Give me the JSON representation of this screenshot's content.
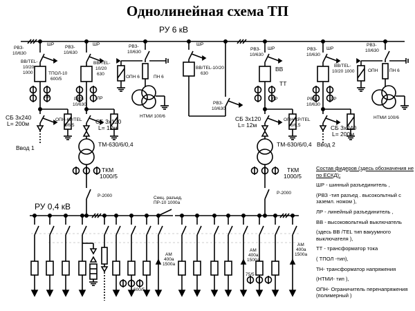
{
  "title": "Однолинейная схема ТП",
  "bus_6kv_label": "РУ  6 кВ",
  "bus_04kv_label": "РУ 0,4 кВ",
  "labels": [
    "РВЗ-",
    "10/630",
    "ШР",
    "РВЗ-",
    "10/630",
    "ВВ/TEL-",
    "10/20",
    "1000",
    "ТПОЛ-10",
    "600/5",
    "ШР",
    "ВВ/TEL-",
    "10/20",
    "630",
    "РВЗ-",
    "10/630",
    "ОПН 6",
    "ПН 6",
    "НТМИ 100/6",
    "ЛР",
    "ОПН-КР/TEL",
    "6/6,5",
    "РВЗ-",
    "10/630",
    "ЛР",
    "СБ 3x240",
    "L= 200м",
    "СБ 3x120",
    "L= 12м",
    "Ввод  1",
    "ТМ-630/6/0,4",
    "ШР",
    "ВВ/TEL-10/20",
    "630",
    "РВЗ-",
    "10/630",
    "РВЗ-",
    "10/630",
    "ШР",
    "ВВ",
    "ТТ",
    "ЛР",
    "ОПН-КР/TEL",
    "6/6,5",
    "СБ 3x120",
    "L= 12м",
    "ТМ-630/6/0,4",
    "Ввод  2",
    "РВЗ-",
    "10/630",
    "ШР",
    "ВВ/TEL-",
    "10/20 1000",
    "РВЗ-",
    "10/630",
    "ЛР",
    "СБ 3x240",
    "L= 200м",
    "РВЗ-",
    "10/630",
    "ОПН",
    "ПН 6",
    "НТМИ 100/6",
    "ТКМ",
    "1000/5",
    "Р-2000",
    "ТКМ",
    "1000/5",
    "Р-2000",
    "Секц. разъед.",
    "ПР-10 1000а",
    "АМ",
    "400а",
    "1500а",
    "АМ",
    "400а",
    "1500а",
    "АМ",
    "400а",
    "1500а",
    "75/5",
    "600/5"
  ],
  "legend": [
    "Состав фидеров (здесь обозначения не по ЕСКД):",
    "ШР - шинный разъединитель  ,",
    "(РВЗ -тип разъед . высокольтный с заземл. ножом ),",
    "ЛР - линейный разъединитель  ,",
    "ВВ - высоковольтный выключатель",
    "(здесь ВВ /TEL тип вакуумного выключателя  ),",
    "ТТ - трансформатор тока",
    "( ТПОЛ -тип),",
    "ТН- трансформатор напряжения",
    "(НТМИ- тип ),",
    "ОПН- Ограничитель перенапряжения (полимерный )"
  ]
}
